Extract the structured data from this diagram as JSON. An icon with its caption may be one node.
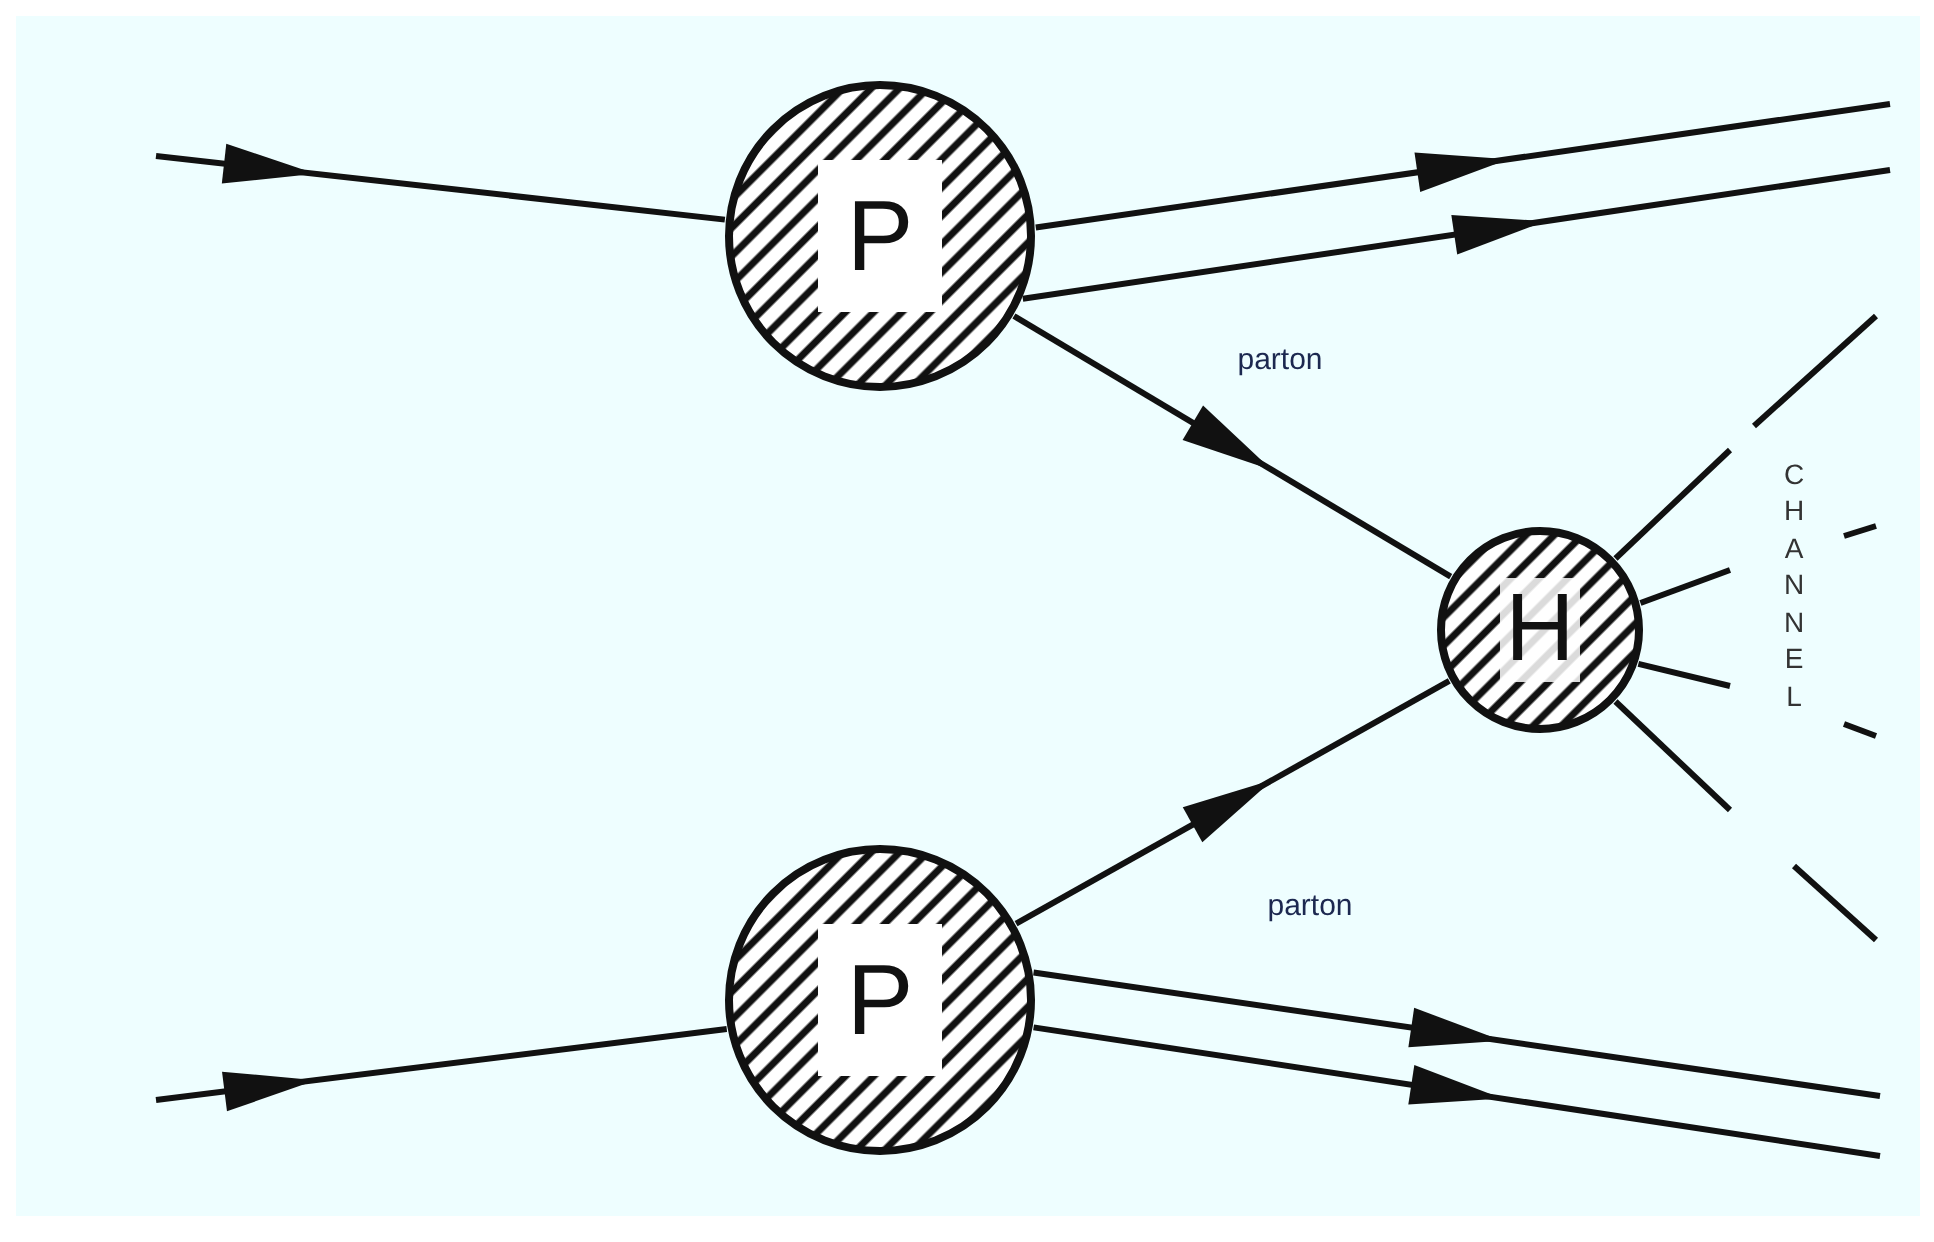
{
  "diagram": {
    "nodes": [
      {
        "text": [
          "P"
        ]
      },
      {
        "text": [
          "P"
        ]
      },
      {
        "text": [
          "H"
        ]
      }
    ],
    "edges": [
      {
        "from": null,
        "to": 0,
        "arrow": "to"
      },
      {
        "from": 0,
        "to": null,
        "arrow": "to"
      },
      {
        "from": 0,
        "to": null,
        "arrow": "to"
      },
      {
        "from": 0,
        "to": 2,
        "arrow": "to",
        "label": "parton"
      },
      {
        "from": null,
        "to": 1,
        "arrow": "to"
      },
      {
        "from": 1,
        "to": 2,
        "arrow": "to",
        "label": "parton"
      },
      {
        "from": 1,
        "to": null,
        "arrow": "to"
      },
      {
        "from": 1,
        "to": null,
        "arrow": "to"
      },
      {
        "from": 2,
        "to": null,
        "arrow": "none"
      },
      {
        "from": 2,
        "to": null,
        "arrow": "none"
      },
      {
        "from": 2,
        "to": null,
        "arrow": "none"
      },
      {
        "from": 2,
        "to": null,
        "arrow": "none"
      }
    ],
    "labels": [
      "CHANNEL"
    ]
  }
}
